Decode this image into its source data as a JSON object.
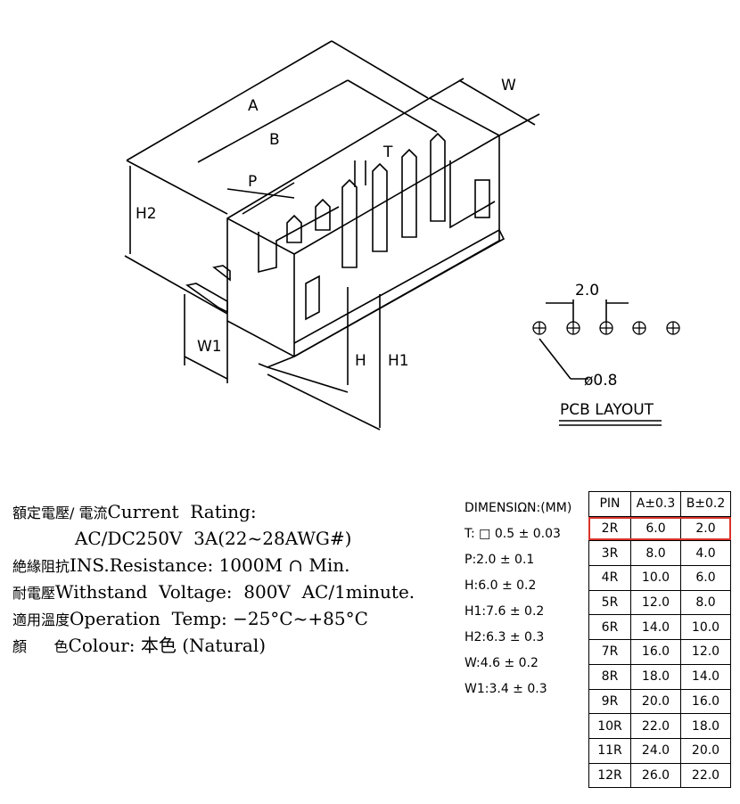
{
  "drawing": {
    "labels": {
      "A": "A",
      "B": "B",
      "P": "P",
      "T": "T",
      "W": "W",
      "H2": "H2",
      "W1": "W1",
      "H": "H",
      "H1": "H1"
    },
    "pcb": {
      "pitch": "2.0",
      "hole": "ø0.8",
      "title": "PCB LAYOUT"
    }
  },
  "specs": [
    {
      "cjk": "額定電壓/ 電流",
      "text": "Current  Rating:"
    },
    {
      "cjk": "",
      "text": "           AC/DC250V  3A(22~28AWG#)"
    },
    {
      "cjk": "絶緣阻抗",
      "text": "INS.Resistance: 1000M ∩ Min."
    },
    {
      "cjk": "耐電壓",
      "text": "Withstand  Voltage:  800V  AC/1minute."
    },
    {
      "cjk": "適用溫度",
      "text": "Operation  Temp: −25°C~+85°C"
    },
    {
      "cjk": "顏      色",
      "text": "Colour: 本色 (Natural)"
    }
  ],
  "dimensions": {
    "title": "DIMENSIΩN:(MM)",
    "rows": [
      "T: □ 0.5 ± 0.03",
      "P:2.0 ± 0.1",
      "H:6.0 ± 0.2",
      "H1:7.6 ± 0.2",
      "H2:6.3 ± 0.3",
      "W:4.6 ± 0.2",
      "W1:3.4 ± 0.3"
    ]
  },
  "pin_table": {
    "headers": [
      "PIN",
      "A±0.3",
      "B±0.2"
    ],
    "rows": [
      [
        "2R",
        "6.0",
        "2.0"
      ],
      [
        "3R",
        "8.0",
        "4.0"
      ],
      [
        "4R",
        "10.0",
        "6.0"
      ],
      [
        "5R",
        "12.0",
        "8.0"
      ],
      [
        "6R",
        "14.0",
        "10.0"
      ],
      [
        "7R",
        "16.0",
        "12.0"
      ],
      [
        "8R",
        "18.0",
        "14.0"
      ],
      [
        "9R",
        "20.0",
        "16.0"
      ],
      [
        "10R",
        "22.0",
        "18.0"
      ],
      [
        "11R",
        "24.0",
        "20.0"
      ],
      [
        "12R",
        "26.0",
        "22.0"
      ]
    ],
    "highlight_row": 0,
    "highlight_color": "#d9332b"
  }
}
